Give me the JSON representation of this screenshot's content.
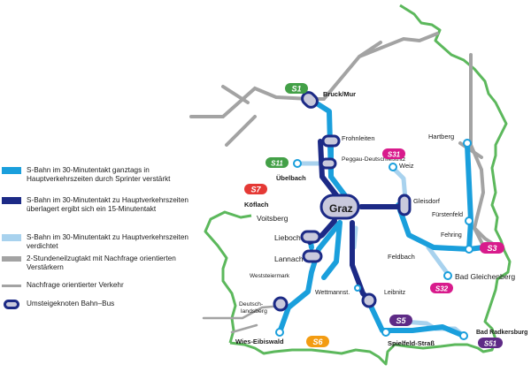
{
  "colors": {
    "sbahn_sprinter": "#1a9fdc",
    "sbahn_15min": "#1c2a86",
    "sbahn_peak": "#a8d2ee",
    "regional": "#a3a3a3",
    "on_demand": "#a3a3a3",
    "border": "#5cb85c",
    "hub_fill": "#c9c9dc",
    "hub_stroke": "#1c2a86"
  },
  "legend": {
    "items": [
      {
        "text": "S-Bahn im 30-Minutentakt ganztags in Hauptverkehrszeiten durch Sprinter verstärkt",
        "color": "#1a9fdc"
      },
      {
        "text": "S-Bahn im 30-Minutentakt zu Hauptverkehrszeiten überlagert ergibt sich ein 15-Minutentakt",
        "color": "#1c2a86"
      },
      {
        "text": "S-Bahn im 30-Minutentakt zu Hauptverkehrszeiten verdichtet",
        "color": "#a8d2ee"
      },
      {
        "text": "2-Stundeneilzugtakt mit Nachfrage orientierten Verstärkern",
        "color": "#a3a3a3"
      },
      {
        "text": "Nachfrage orientierter Verkehr",
        "color": "#a3a3a3"
      },
      {
        "text": "Umsteigeknoten Bahn–Bus"
      }
    ]
  },
  "lines": [
    {
      "id": "S1",
      "label": "S1",
      "color": "#43a047"
    },
    {
      "id": "S11",
      "label": "S11",
      "color": "#43a047"
    },
    {
      "id": "S7",
      "label": "S7",
      "color": "#e53935"
    },
    {
      "id": "S31",
      "label": "S31",
      "color": "#d81b8c"
    },
    {
      "id": "S3",
      "label": "S3",
      "color": "#d81b8c"
    },
    {
      "id": "S32",
      "label": "S32",
      "color": "#d81b8c"
    },
    {
      "id": "S6",
      "label": "S6",
      "color": "#f39c12"
    },
    {
      "id": "S5",
      "label": "S5",
      "color": "#5e2a86"
    },
    {
      "id": "S51",
      "label": "S51",
      "color": "#5e2a86"
    }
  ],
  "stations": {
    "bruck": "Bruck/Mur",
    "frohnleiten": "Frohnleiten",
    "peggau": "Peggau-Deutschfeistritz",
    "uebelbach": "Übelbach",
    "weiz": "Weiz",
    "hartberg": "Hartberg",
    "koeflach": "Köflach",
    "voitsberg": "Voitsberg",
    "graz": "Graz",
    "gleisdorf": "Gleisdorf",
    "fuerstenfeld": "Fürstenfeld",
    "fehring": "Fehring",
    "lieboch": "Lieboch",
    "feldbach": "Feldbach",
    "lannach": "Lannach",
    "bad_gleichenberg": "Bad Gleichenberg",
    "weststeiermark": "Weststeiermark",
    "wettmannst": "Wettmannst.",
    "leibnitz": "Leibnitz",
    "deutschlandsberg": "Deutsch-landsberg",
    "wies_eibiswald": "Wies-Eibiswald",
    "spielfeld": "Spielfeld-Straß",
    "bad_radkersburg": "Bad Radkersburg"
  }
}
